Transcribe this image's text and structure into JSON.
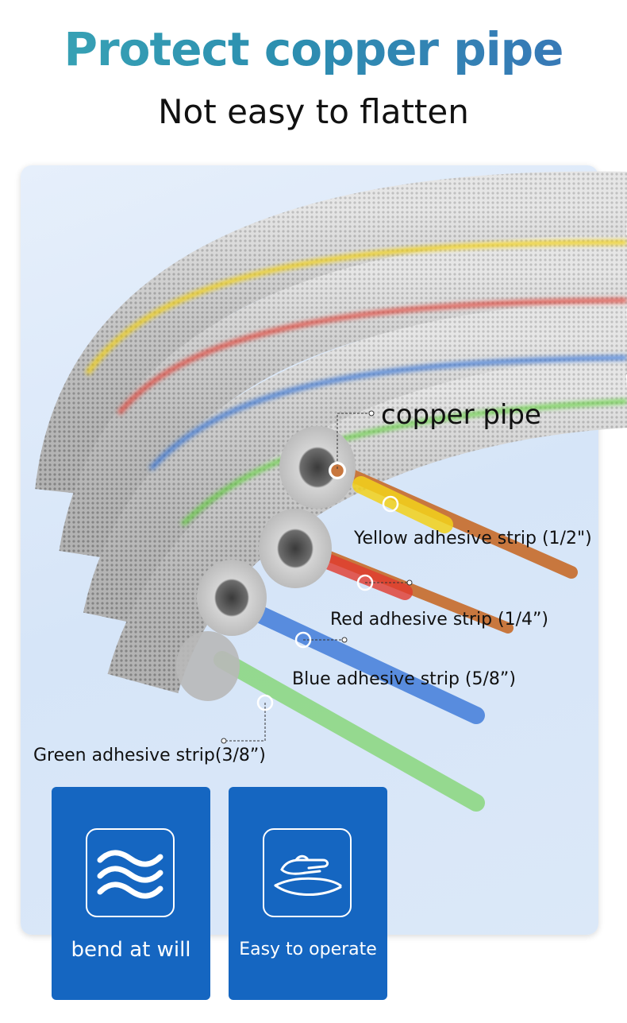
{
  "header": {
    "title": "Protect copper pipe",
    "subtitle": "Not easy to flatten"
  },
  "callouts": {
    "copper_pipe": "copper pipe",
    "yellow": "Yellow adhesive strip (1/2\")",
    "red": "Red adhesive strip (1/4”)",
    "blue": "Blue adhesive strip (5/8”)",
    "green": "Green adhesive strip(3/8”)"
  },
  "features": [
    {
      "label": "bend at will",
      "icon": "waves-icon"
    },
    {
      "label": "Easy to operate",
      "icon": "hand-press-icon"
    }
  ],
  "colors": {
    "title_gradient_start": "#3aa6b6",
    "title_gradient_end": "#3a74b8",
    "card_blue": "#1566c1",
    "strip_yellow": "#f3d21b",
    "strip_red": "#e23b2e",
    "strip_blue": "#2e6fd6",
    "strip_green": "#5fcf3a",
    "copper": "#c8773e"
  }
}
